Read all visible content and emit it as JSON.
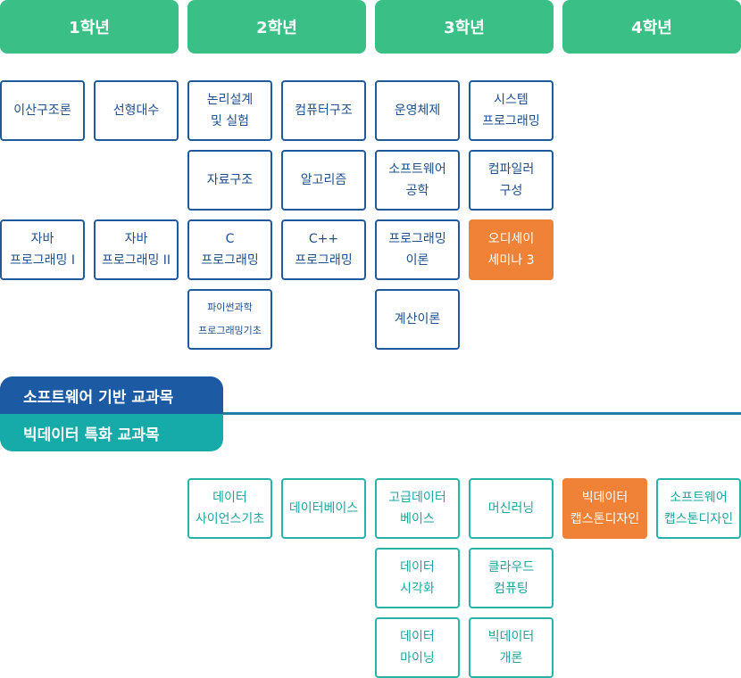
{
  "years": [
    {
      "label": "1학년"
    },
    {
      "label": "2학년"
    },
    {
      "label": "3학년"
    },
    {
      "label": "4학년"
    }
  ],
  "sections": {
    "software": "소프트웨어 기반 교과목",
    "bigdata": "빅데이터 특화 교과목"
  },
  "software_courses": [
    {
      "id": "discrete",
      "label": "이산구조론"
    },
    {
      "id": "linear",
      "label": "선형대수"
    },
    {
      "id": "logic",
      "label": "논리설계\n및 실험"
    },
    {
      "id": "comparch",
      "label": "컴퓨터구조"
    },
    {
      "id": "os",
      "label": "운영체제"
    },
    {
      "id": "syspro",
      "label": "시스템\n프로그래밍"
    },
    {
      "id": "ds",
      "label": "자료구조"
    },
    {
      "id": "algo",
      "label": "알고리즘"
    },
    {
      "id": "swe",
      "label": "소프트웨어\n공학"
    },
    {
      "id": "compiler",
      "label": "컴파일러\n구성"
    },
    {
      "id": "java1",
      "label": "자바\n프로그래밍 I"
    },
    {
      "id": "java2",
      "label": "자바\n프로그래밍 II"
    },
    {
      "id": "cprog",
      "label": "C\n프로그래밍"
    },
    {
      "id": "cppprog",
      "label": "C++\n프로그래밍"
    },
    {
      "id": "plt",
      "label": "프로그래밍\n이론"
    },
    {
      "id": "odyssey",
      "label": "오디세이\n세미나 3"
    },
    {
      "id": "python",
      "label": "파이썬과학\n프로그래밍기초"
    },
    {
      "id": "toc",
      "label": "계산이론"
    }
  ],
  "bigdata_courses": [
    {
      "id": "dsbasic",
      "label": "데이터\n사이언스기초"
    },
    {
      "id": "db",
      "label": "데이터베이스"
    },
    {
      "id": "advdb",
      "label": "고급데이터\n베이스"
    },
    {
      "id": "ml",
      "label": "머신러닝"
    },
    {
      "id": "bdcap",
      "label": "빅데이터\n캡스톤디자인"
    },
    {
      "id": "swcap",
      "label": "소프트웨어\n캡스톤디자인"
    },
    {
      "id": "viz",
      "label": "데이터\n시각화"
    },
    {
      "id": "cloud",
      "label": "클라우드\n컴퓨팅"
    },
    {
      "id": "mining",
      "label": "데이터\n마이닝"
    },
    {
      "id": "bdintro",
      "label": "빅데이터\n개론"
    }
  ],
  "colors": {
    "year_header": "#3abf87",
    "software_border": "#1f5a9c",
    "bigdata_border": "#28b3a9",
    "highlight": "#ef8236",
    "software_tab": "#1d5aa4",
    "bigdata_tab": "#16aaa8"
  }
}
